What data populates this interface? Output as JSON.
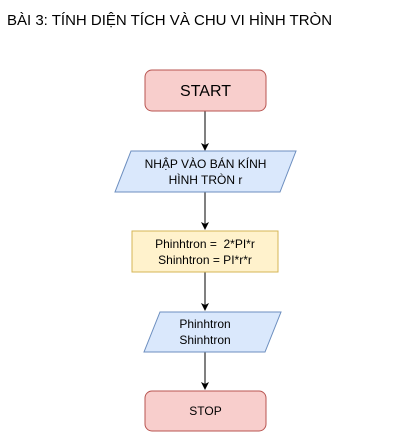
{
  "title": "BÀI 3:  TÍNH DIỆN TÍCH VÀ CHU VI HÌNH TRÒN",
  "nodes": {
    "start": {
      "type": "terminator",
      "lines": [
        "START"
      ],
      "fill": "#f8cecc",
      "stroke": "#b85450"
    },
    "input": {
      "type": "data-parallelogram",
      "lines": [
        "NHẬP VÀO BÁN KÍNH",
        "HÌNH TRÒN r"
      ],
      "fill": "#dae8fc",
      "stroke": "#6c8ebf"
    },
    "process": {
      "type": "process",
      "lines": [
        "Phinhtron =  2*PI*r",
        "Shinhtron = PI*r*r"
      ],
      "fill": "#fff2cc",
      "stroke": "#d6b656"
    },
    "output": {
      "type": "data-parallelogram",
      "lines": [
        "Phinhtron",
        "Shinhtron"
      ],
      "fill": "#dae8fc",
      "stroke": "#6c8ebf"
    },
    "stop": {
      "type": "terminator",
      "lines": [
        "STOP"
      ],
      "fill": "#f8cecc",
      "stroke": "#b85450"
    }
  },
  "edges": [
    {
      "from": "start",
      "to": "input"
    },
    {
      "from": "input",
      "to": "process"
    },
    {
      "from": "process",
      "to": "output"
    },
    {
      "from": "output",
      "to": "stop"
    }
  ],
  "colors": {
    "edge": "#000000",
    "text": "#000000"
  }
}
